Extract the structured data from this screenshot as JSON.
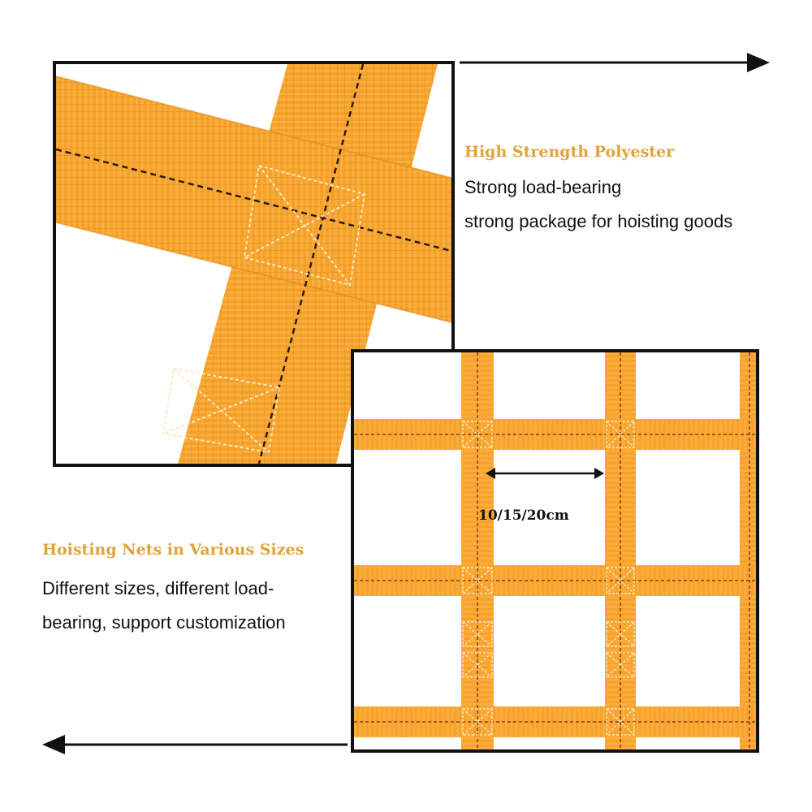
{
  "features": [
    {
      "heading": "High Strength Polyester",
      "lines": [
        "Strong load-bearing",
        "strong package for hoisting goods"
      ]
    },
    {
      "heading": "Hoisting Nets in Various Sizes",
      "lines": [
        "Different sizes, different load-",
        "bearing, support customization"
      ]
    }
  ],
  "net_photo": {
    "size_label": "10/15/20cm"
  },
  "colors": {
    "strap_orange": "#f7a32a",
    "heading_gold": "#e0a23a",
    "stitch_dark": "#2a1a10",
    "stitch_light": "#fde6c0",
    "frame_black": "#111111"
  }
}
